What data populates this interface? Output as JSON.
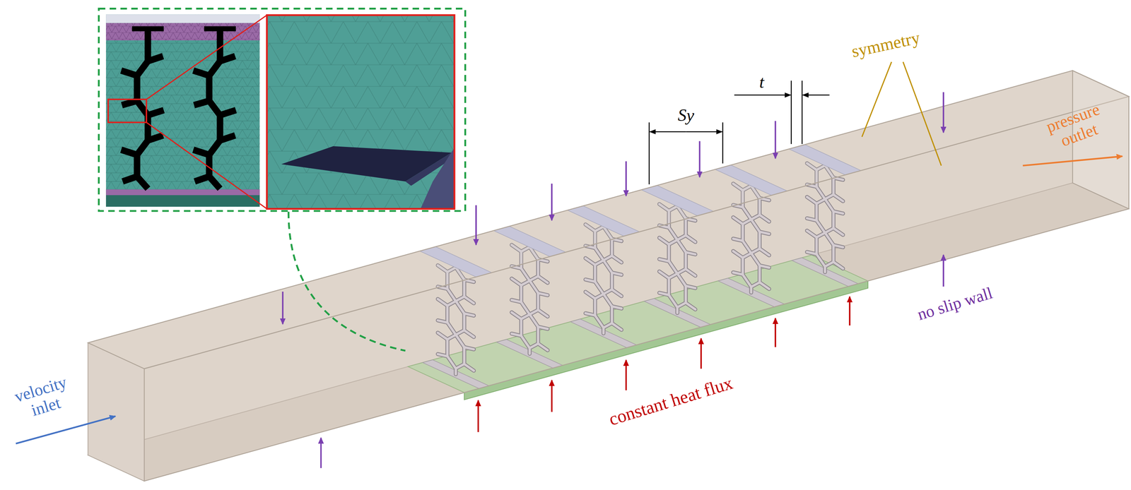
{
  "diagram": {
    "labels": [
      "velocity inlet",
      "symmetry",
      "Sy",
      "t",
      "pressure outlet",
      "constant heat flux",
      "no slip wall"
    ]
  }
}
